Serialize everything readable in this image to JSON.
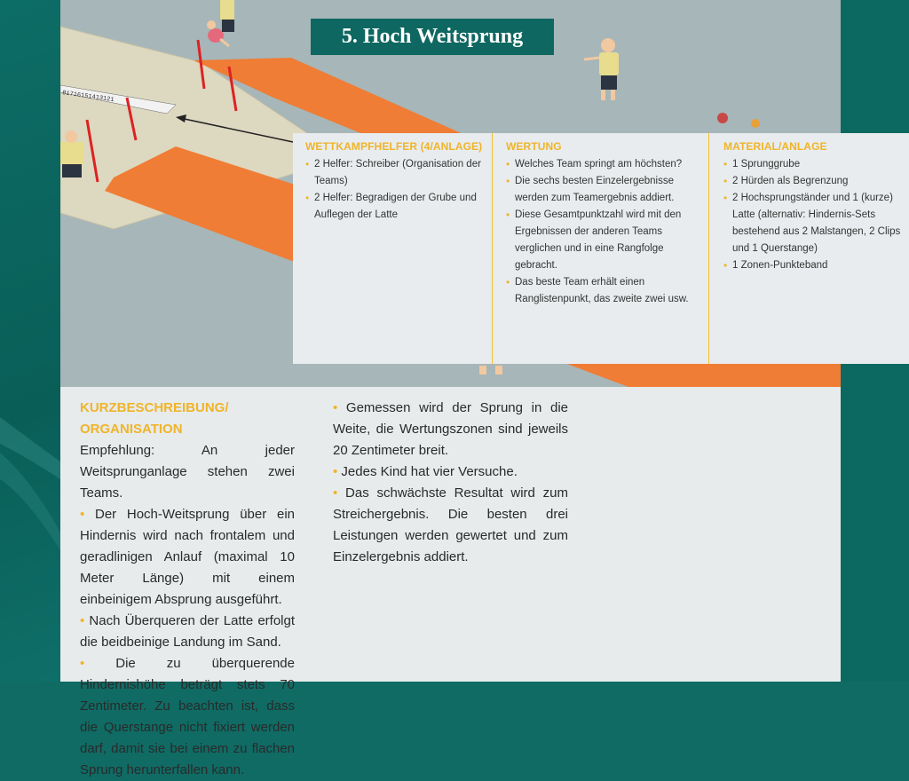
{
  "title": "5. Hoch Weitsprung",
  "ruler_marks": "81716151413121",
  "panel": {
    "helpers": {
      "heading": "WETTKAMPFHELFER (4/ANLAGE)",
      "items": [
        "2 Helfer: Schreiber (Organisation der Teams)",
        "2 Helfer: Begradigen der Grube und Auflegen der Latte"
      ]
    },
    "scoring": {
      "heading": "WERTUNG",
      "items": [
        "Welches Team springt am höchsten?",
        "Die sechs besten Einzelergebnisse werden zum Teamergebnis addiert.",
        "Diese Gesamtpunktzahl wird mit den Ergebnissen der anderen Teams verglichen und in eine Rangfolge gebracht.",
        "Das beste Team erhält einen Ranglistenpunkt, das zweite zwei usw."
      ]
    },
    "material": {
      "heading": "MATERIAL/ANLAGE",
      "items": [
        "1 Sprunggrube",
        "2 Hürden als Begrenzung",
        "2 Hochsprungständer und 1 (kurze) Latte (alternativ: Hindernis-Sets bestehend aus 2 Malstangen, 2 Clips und 1 Querstange)",
        "1 Zonen-Punkteband"
      ]
    }
  },
  "description": {
    "heading_line1": "KURZBESCHREIBUNG/",
    "heading_line2": "ORGANISATION",
    "intro": "Empfehlung: An jeder Weitsprunganlage stehen zwei Teams.",
    "bullet1": "Der Hoch-Weitsprung über ein Hindernis wird nach frontalem und geradlinigen Anlauf (maximal 10 Meter Länge) mit einem einbeinigem Absprung ausgeführt.",
    "bullet2": "Nach Überqueren der Latte erfolgt die beidbeinige Landung im Sand.",
    "bullet3": "Die zu überquerende Hindernishöhe beträgt stets 70 Zentimeter. Zu beachten ist, dass die Querstange nicht fixiert werden darf, damit sie bei einem zu flachen Sprung herunterfallen kann.",
    "bullet4": "Gemessen wird der Sprung in die Weite, die Wertungszonen sind jeweils 20 Zentimeter breit.",
    "bullet5": "Jedes Kind hat vier Versuche.",
    "bullet6": "Das schwächste Resultat wird zum Streichergebnis. Die besten drei Leistungen werden gewertet und zum Einzelergebnis addiert."
  },
  "colors": {
    "teal": "#0f6761",
    "accent_yellow": "#f0b429",
    "track_orange": "#ef7d35",
    "ground_grey": "#a7b6b8",
    "sand": "#ddd8c0"
  }
}
